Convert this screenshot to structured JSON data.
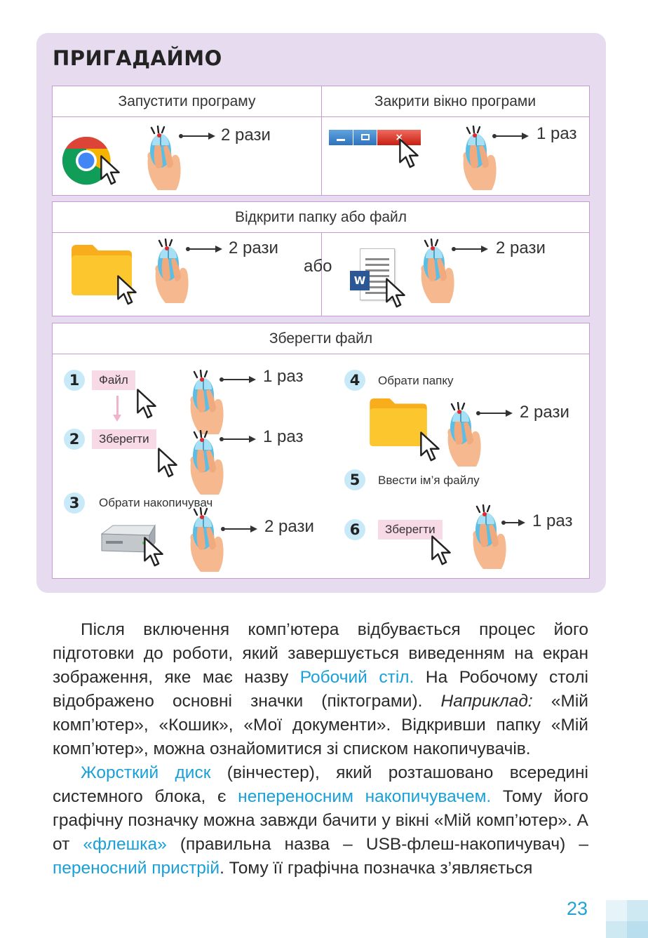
{
  "box_title": "ПРИГАДАЙМО",
  "t1": {
    "col1_header": "Запустити програму",
    "col2_header": "Закрити вікно програми",
    "col1_clicks": "2 рази",
    "col2_clicks": "1 раз"
  },
  "t2": {
    "header": "Відкрити папку або файл",
    "left_clicks": "2 рази",
    "or_label": "або",
    "right_clicks": "2 рази",
    "word_letter": "W"
  },
  "t3": {
    "header": "Зберегти файл",
    "steps": [
      {
        "num": "1",
        "button": "Файл",
        "clicks": "1 раз"
      },
      {
        "num": "2",
        "button": "Зберегти",
        "clicks": "1 раз"
      },
      {
        "num": "3",
        "text": "Обрати накопичувач",
        "clicks": "2 рази"
      },
      {
        "num": "4",
        "text": "Обрати папку",
        "clicks": "2 рази"
      },
      {
        "num": "5",
        "text": "Ввести ім’я файлу"
      },
      {
        "num": "6",
        "button": "Зберегти",
        "clicks": "1 раз"
      }
    ]
  },
  "body": {
    "p1": {
      "a": "Після включення комп’ютера відбувається процес його підготовки до роботи, який завершується виведенням на екран зображення, яке має назву ",
      "hl1": "Робочий стіл.",
      "b": " На Робочому столі відображено основні значки (піктограми). ",
      "em": "Наприклад:",
      "c": " «Мій комп’ютер», «Кошик», «Мої документи». Відкривши папку «Мій комп’ютер», можна ознайомитися зі списком накопичувачів."
    },
    "p2": {
      "hl1": "Жорсткий диск",
      "a": " (вінчестер), який розташовано всередині системного блока, є ",
      "hl2": "неперeносним накопичувачем.",
      "b": " Тому його графічну позначку можна завжди бачити у вікні «Мій комп’ютер». А от ",
      "hl3": "«флешка»",
      "c": " (правильна назва – USB-флеш-накопичувач) – ",
      "hl4": "переносний пристрій",
      "d": ". Тому її графічна позначка з’являється"
    }
  },
  "page_number": "23",
  "colors": {
    "box_bg": "#e6dbef",
    "border": "#c79ad4",
    "highlight": "#1aa0d8",
    "badge": "#c8e9f7",
    "pink_button": "#f8d9e6",
    "folder": "#fcc72e"
  }
}
